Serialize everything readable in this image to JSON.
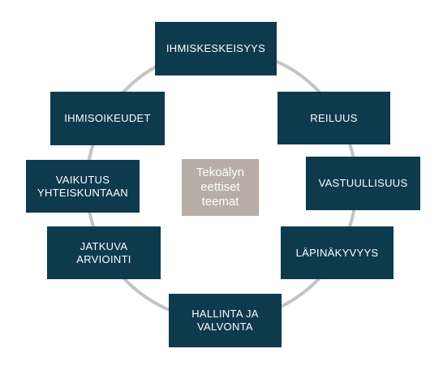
{
  "diagram": {
    "center_label": "Tekoälyn\neettiset\nteemat",
    "nodes": [
      {
        "id": "ihmiskeskeisyys",
        "label": "IHMISKESKEISYYS"
      },
      {
        "id": "reiluus",
        "label": "REILUUS"
      },
      {
        "id": "vastuullisuus",
        "label": "VASTUULLISUUS"
      },
      {
        "id": "lapinakyvyys",
        "label": "LÄPINÄKYVYYS"
      },
      {
        "id": "hallinta",
        "label": "HALLINTA JA\nVALVONTA"
      },
      {
        "id": "jatkuva",
        "label": "JATKUVA\nARVIOINTI"
      },
      {
        "id": "vaikutus",
        "label": "VAIKUTUS\nYHTEISKUNTAAN"
      },
      {
        "id": "ihmisoikeudet",
        "label": "IHMISOIKEUDET"
      }
    ]
  },
  "colors": {
    "node_fill": "#0e3a4e",
    "node_text": "#ffffff",
    "center_fill": "#b7ada6",
    "ring_stroke": "#c4c4c4",
    "background": "#ffffff"
  }
}
